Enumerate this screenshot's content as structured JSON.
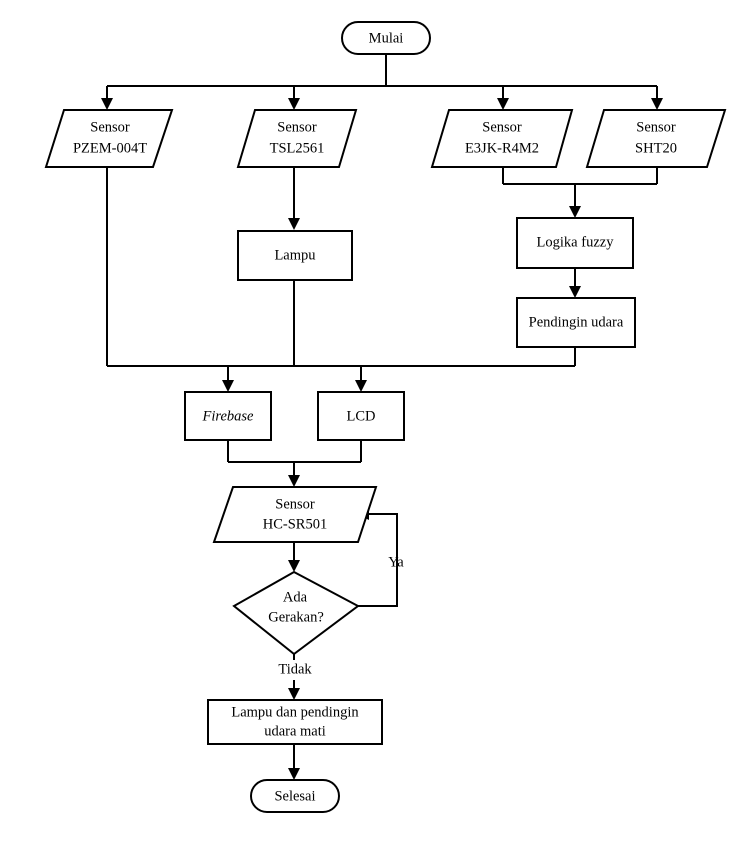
{
  "nodes": {
    "start": {
      "label": "Mulai"
    },
    "sensor_pzem": {
      "line1": "Sensor",
      "line2": "PZEM-004T"
    },
    "sensor_tsl": {
      "line1": "Sensor",
      "line2": "TSL2561"
    },
    "sensor_e3jk": {
      "line1": "Sensor",
      "line2": "E3JK-R4M2"
    },
    "sensor_sht": {
      "line1": "Sensor",
      "line2": "SHT20"
    },
    "lampu": {
      "label": "Lampu"
    },
    "logika_fuzzy": {
      "label": "Logika fuzzy"
    },
    "pendingin": {
      "label": "Pendingin udara"
    },
    "firebase": {
      "label": "Firebase"
    },
    "lcd": {
      "label": "LCD"
    },
    "sensor_hc": {
      "line1": "Sensor",
      "line2": "HC-SR501"
    },
    "decision": {
      "line1": "Ada",
      "line2": "Gerakan?"
    },
    "off": {
      "line1": "Lampu dan pendingin",
      "line2": "udara mati"
    },
    "end": {
      "label": "Selesai"
    }
  },
  "edges": {
    "yes_label": "Ya",
    "no_label": "Tidak"
  }
}
